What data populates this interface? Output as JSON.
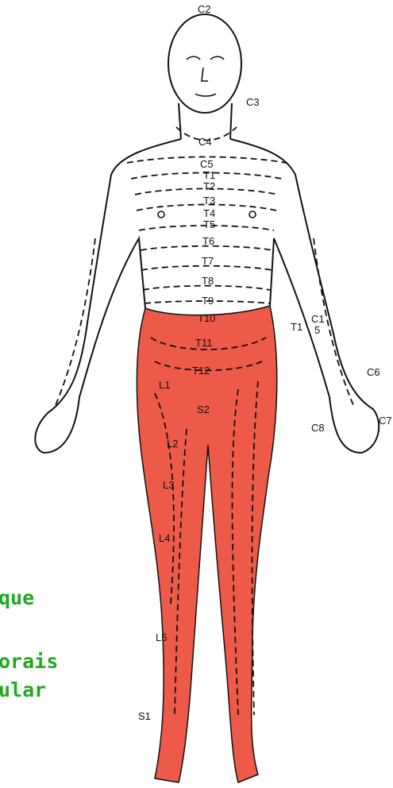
{
  "labels": {
    "c2": "C2",
    "c3": "C3",
    "c4": "C4",
    "c5": "C5",
    "t1": "T1",
    "t2": "T2",
    "t3": "T3",
    "t4": "T4",
    "t5": "T5",
    "t6": "T6",
    "t7": "T7",
    "t8": "T8",
    "t9": "T9",
    "t10": "T10",
    "t11": "T11",
    "t12": "T12",
    "l1": "L1",
    "l2": "L2",
    "l3": "L3",
    "l4": "L4",
    "l5": "L5",
    "s1": "S1",
    "s2": "S2",
    "c6": "C6",
    "c7": "C7",
    "c8": "C8",
    "t1_arm": "T1",
    "c1_arm": "C1",
    "five_arm": "5"
  },
  "side_text": [
    "que",
    "orais",
    "ular"
  ],
  "colors": {
    "highlight": "#ee5a4a",
    "outline": "#111111",
    "text_green": "#1faa1f"
  }
}
